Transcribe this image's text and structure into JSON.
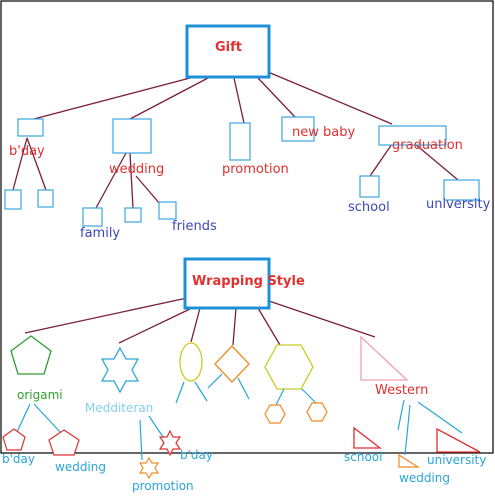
{
  "colors": {
    "frame": "#000000",
    "edge": "#7a1f3a",
    "root_box": "#1e90d8",
    "node_box": "#3ba7e0",
    "red_text": "#e03030",
    "blue_text": "#3b48b8",
    "cyan_text": "#2aa6d8",
    "green_text": "#2f9e2f",
    "light_cyan_text": "#86cfe6",
    "orange": "#f08a24",
    "red_shape": "#e03030",
    "pink": "#f2a0b0",
    "olive": "#c8cc20",
    "cyan_line": "#22a8d8"
  },
  "gift_tree": {
    "root": "Gift",
    "bday": "b'day",
    "wedding": "wedding",
    "family": "family",
    "friends": "friends",
    "promotion": "promotion",
    "new_baby": "new baby",
    "graduation": "graduation",
    "school": "school",
    "university": "university"
  },
  "wrapping_tree": {
    "root": "Wrapping Style",
    "origami": "origami",
    "origami_bday": "b'day",
    "origami_wedding": "wedding",
    "mediterranean": "Medditeran",
    "med_bday": "b'day",
    "med_promotion": "promotion",
    "western": "Western",
    "western_school": "school",
    "western_university": "university",
    "western_wedding": "wedding"
  }
}
